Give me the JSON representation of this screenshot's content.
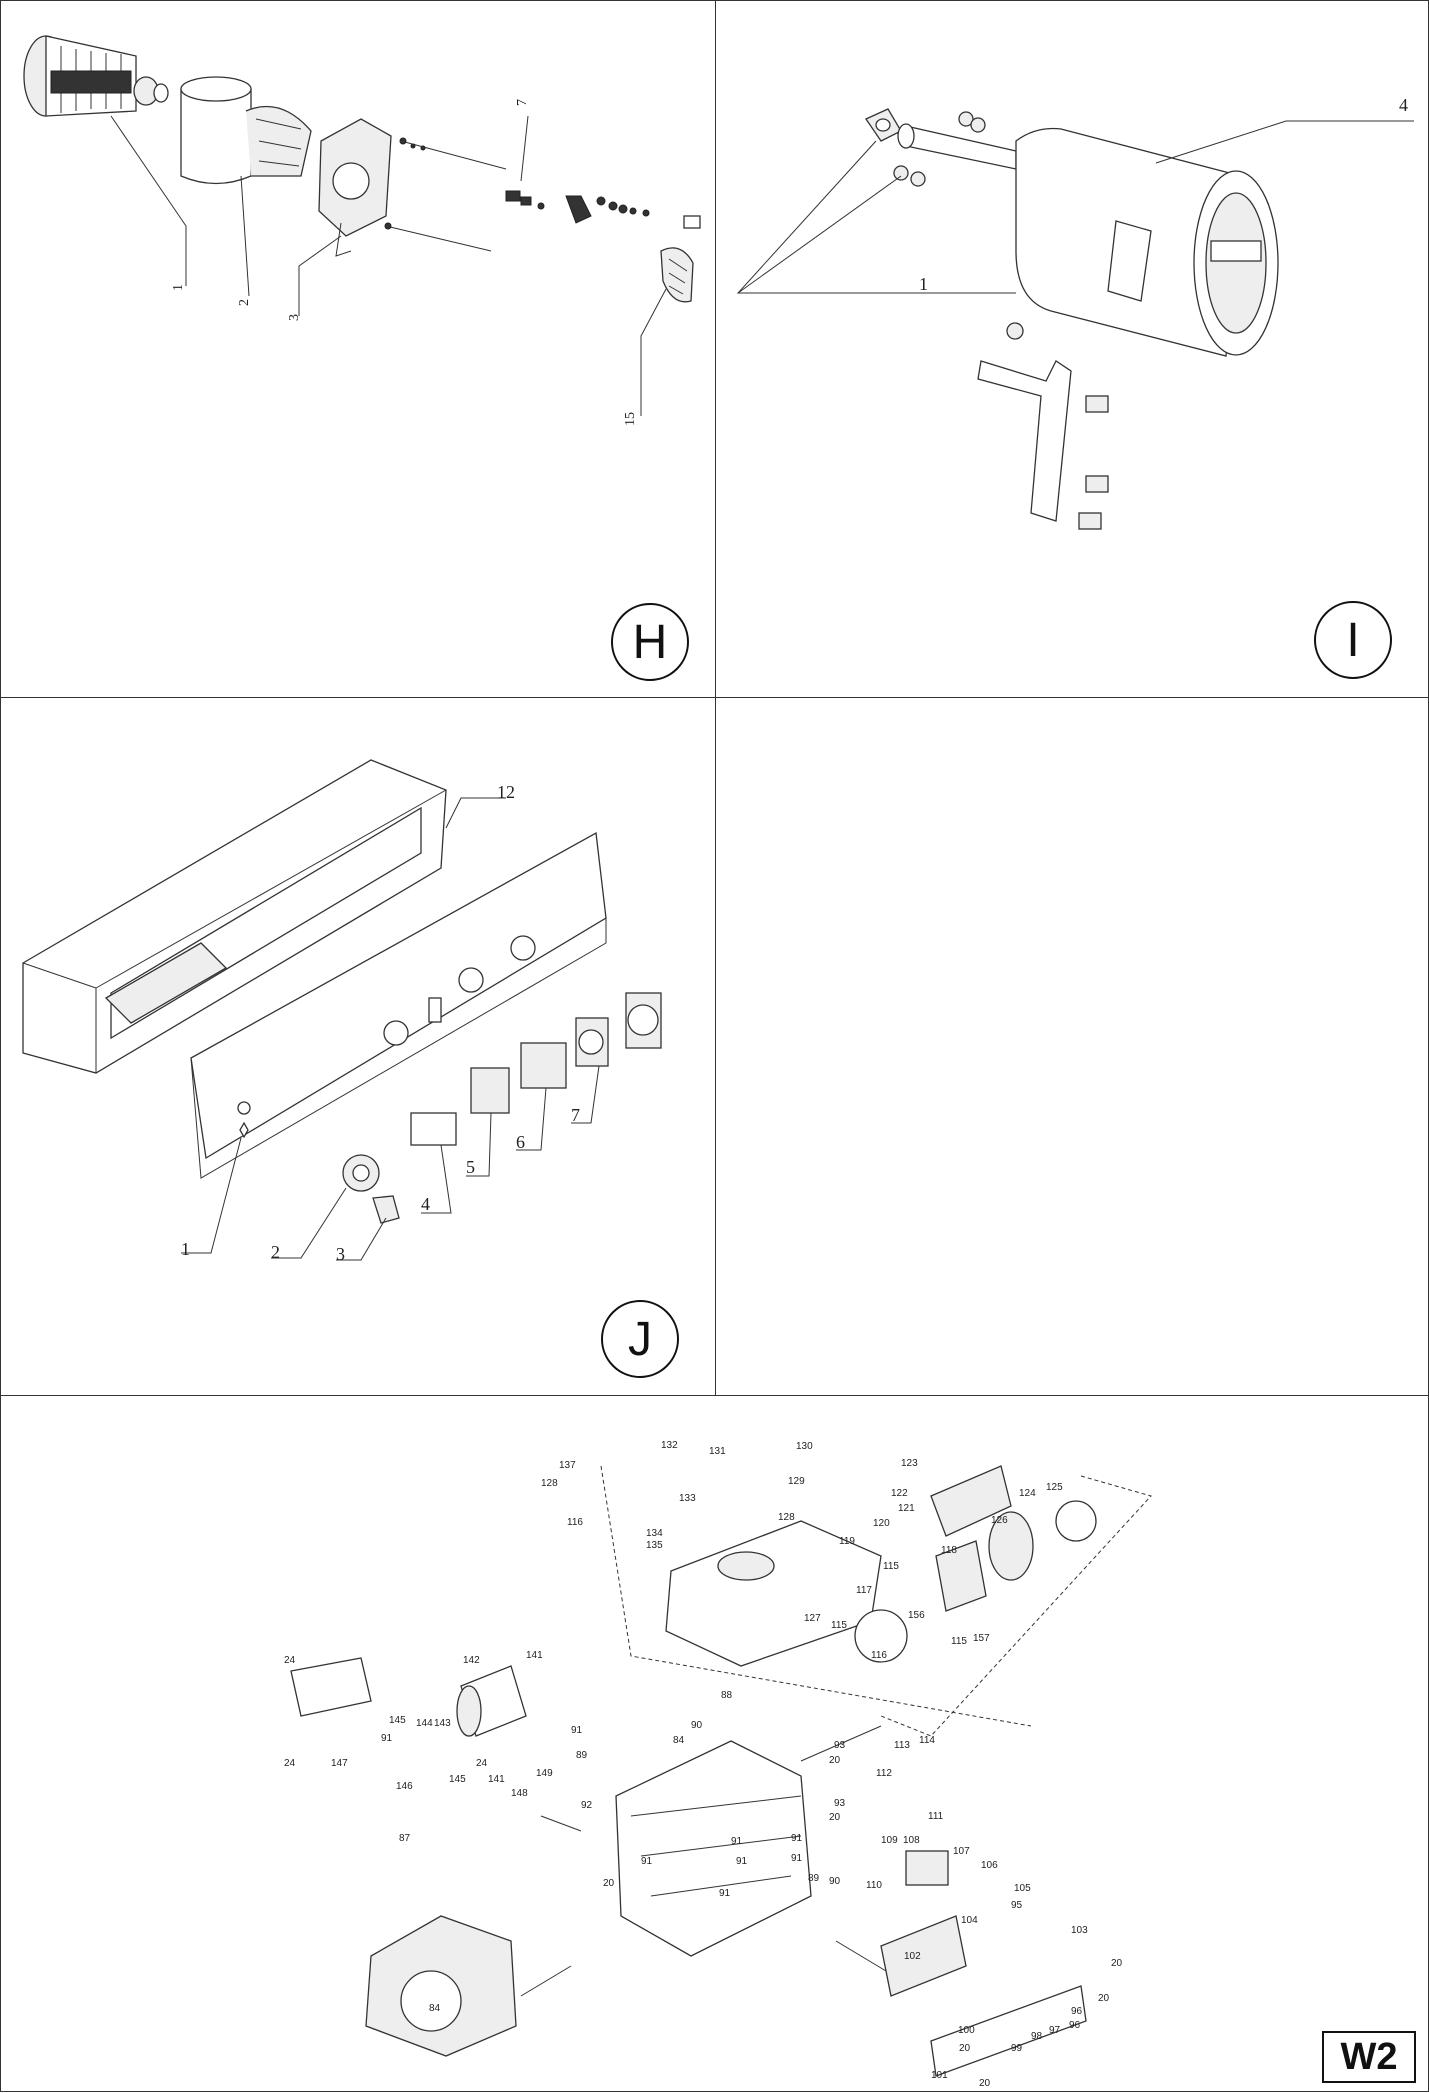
{
  "panels": {
    "h": {
      "letter": "H",
      "labels": [
        "1",
        "2",
        "3",
        "7",
        "15"
      ]
    },
    "i": {
      "letter": "I",
      "labels": [
        "1",
        "4"
      ]
    },
    "j": {
      "letter": "J",
      "labels": [
        "1",
        "2",
        "3",
        "4",
        "5",
        "6",
        "7",
        "12"
      ]
    },
    "w": {
      "tag": "W2",
      "labels": [
        "137",
        "128",
        "116",
        "132",
        "131",
        "133",
        "134",
        "135",
        "130",
        "129",
        "128",
        "127",
        "123",
        "122",
        "121",
        "124",
        "125",
        "126",
        "120",
        "119",
        "118",
        "115",
        "117",
        "115",
        "156",
        "116",
        "115",
        "157",
        "24",
        "24",
        "147",
        "142",
        "141",
        "145",
        "144",
        "143",
        "146",
        "91",
        "145",
        "141",
        "24",
        "149",
        "148",
        "91",
        "90",
        "89",
        "84",
        "88",
        "93",
        "20",
        "92",
        "93",
        "20",
        "91",
        "91",
        "91",
        "91",
        "91",
        "20",
        "91",
        "90",
        "89",
        "113",
        "114",
        "112",
        "111",
        "109",
        "108",
        "107",
        "106",
        "110",
        "105",
        "95",
        "104",
        "103",
        "100",
        "20",
        "102",
        "101",
        "20",
        "99",
        "98",
        "97",
        "96",
        "96",
        "20",
        "87",
        "84",
        "20"
      ]
    }
  }
}
